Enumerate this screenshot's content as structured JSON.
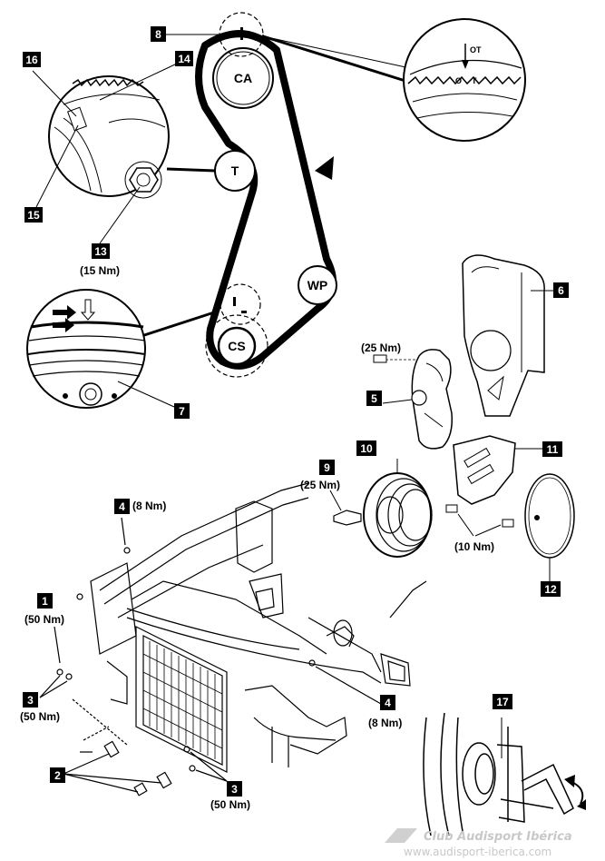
{
  "pulleys": {
    "camshaft": "CA",
    "tensioner": "T",
    "water_pump": "WP",
    "crankshaft": "CS"
  },
  "callouts": {
    "c1": "1",
    "c2": "2",
    "c3a": "3",
    "c3b": "3",
    "c4a": "4",
    "c4b": "4",
    "c5": "5",
    "c6": "6",
    "c7": "7",
    "c8": "8",
    "c9": "9",
    "c10": "10",
    "c11": "11",
    "c12": "12",
    "c13": "13",
    "c14": "14",
    "c15": "15",
    "c16": "16",
    "c17": "17"
  },
  "torques": {
    "t13": "(15 Nm)",
    "t5": "(25 Nm)",
    "t9": "(25 Nm)",
    "t10nm": "(10 Nm)",
    "t4a": "(8 Nm)",
    "t4b": "(8 Nm)",
    "t1": "(50 Nm)",
    "t3a": "(50 Nm)",
    "t3b": "(50 Nm)"
  },
  "timing_marks": {
    "ot": "OT",
    "o": "O",
    "t": "T"
  },
  "watermark": {
    "name": "Club Audisport Ibérica",
    "url": "www.audisport-iberica.com"
  }
}
